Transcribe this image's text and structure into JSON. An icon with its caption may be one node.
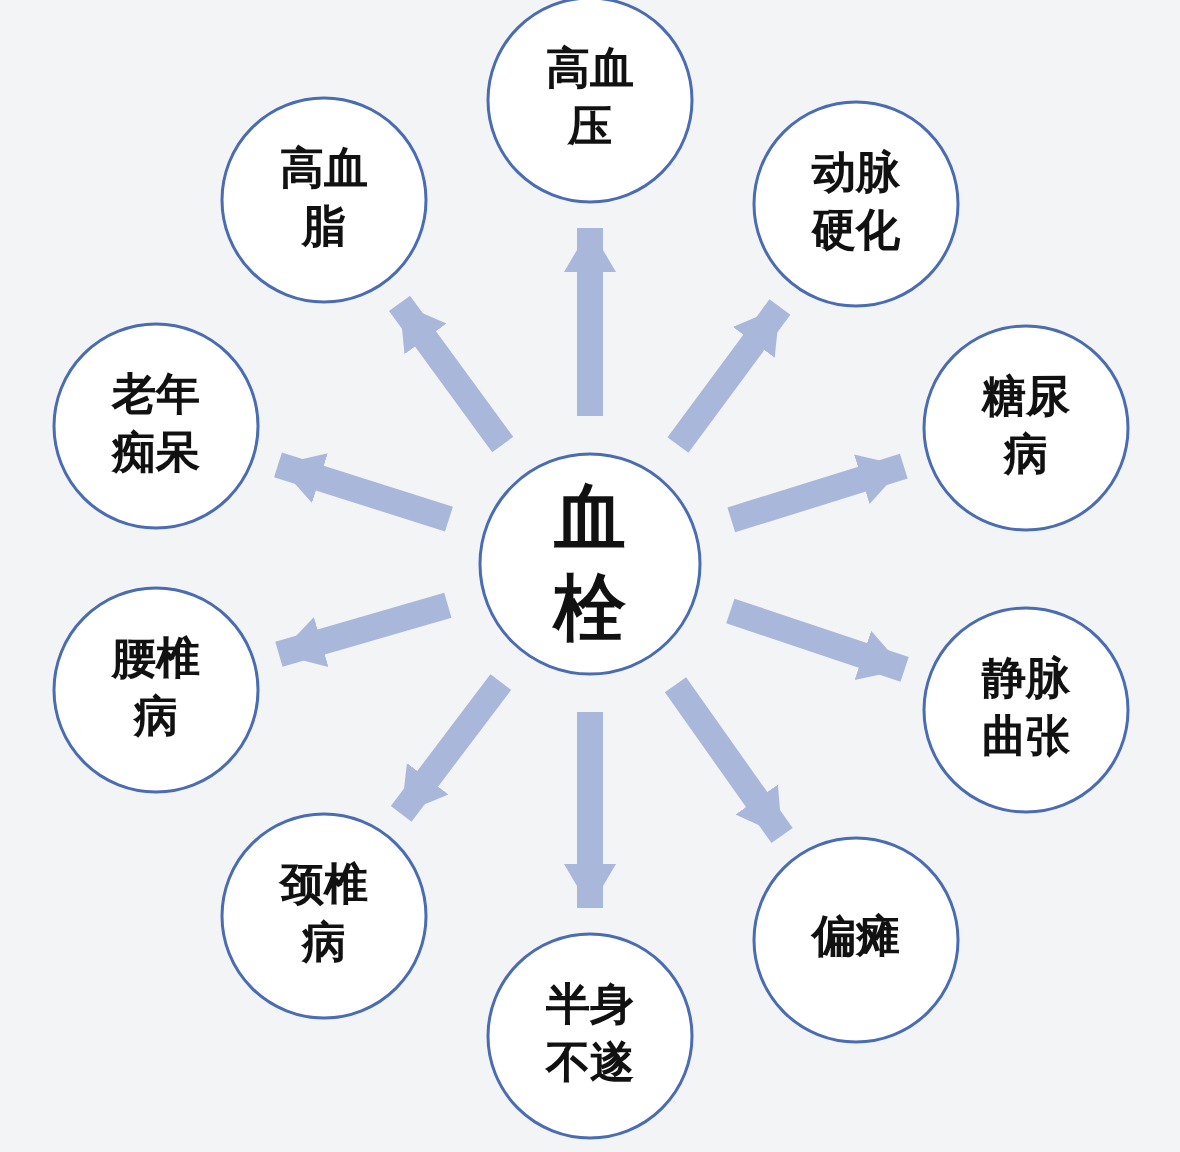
{
  "diagram": {
    "nodes": [
      {
        "text": [
          "血栓"
        ]
      },
      {
        "text": [
          "高血压"
        ]
      },
      {
        "text": [
          "动脉硬化"
        ]
      },
      {
        "text": [
          "糖尿病"
        ]
      },
      {
        "text": [
          "静脉曲张"
        ]
      },
      {
        "text": [
          "偏瘫"
        ]
      },
      {
        "text": [
          "半身不遂"
        ]
      },
      {
        "text": [
          "颈椎病"
        ]
      },
      {
        "text": [
          "腰椎病"
        ]
      },
      {
        "text": [
          "老年痴呆"
        ]
      },
      {
        "text": [
          "高血脂"
        ]
      }
    ],
    "edges": [
      {
        "from": 0,
        "to": 1,
        "arrow": "to"
      },
      {
        "from": 0,
        "to": 2,
        "arrow": "to"
      },
      {
        "from": 0,
        "to": 3,
        "arrow": "to"
      },
      {
        "from": 0,
        "to": 4,
        "arrow": "to"
      },
      {
        "from": 0,
        "to": 5,
        "arrow": "to"
      },
      {
        "from": 0,
        "to": 6,
        "arrow": "to"
      },
      {
        "from": 0,
        "to": 7,
        "arrow": "to"
      },
      {
        "from": 0,
        "to": 8,
        "arrow": "to"
      },
      {
        "from": 0,
        "to": 9,
        "arrow": "to"
      },
      {
        "from": 0,
        "to": 10,
        "arrow": "to"
      }
    ]
  }
}
